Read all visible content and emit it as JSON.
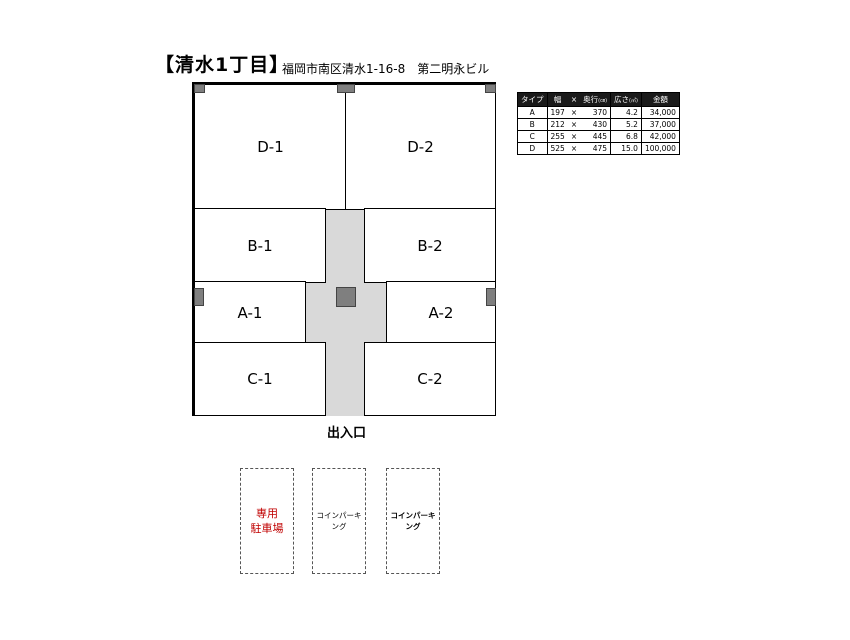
{
  "header": {
    "title": "【清水1丁目】",
    "address": "福岡市南区清水1-16-8　第二明永ビル"
  },
  "units": {
    "d1": "D-1",
    "d2": "D-2",
    "b1": "B-1",
    "b2": "B-2",
    "a1": "A-1",
    "a2": "A-2",
    "c1": "C-1",
    "c2": "C-2"
  },
  "entrance_label": "出入口",
  "spec_table": {
    "headers": {
      "type": "タイプ",
      "width": "幅",
      "times": "×",
      "depth": "奥行",
      "depth_unit": "(㎝)",
      "area": "広さ",
      "area_unit": "(㎡)",
      "price": "金額"
    },
    "rows": [
      {
        "type": "A",
        "width": "197",
        "x": "×",
        "depth": "370",
        "area": "4.2",
        "price": "34,000"
      },
      {
        "type": "B",
        "width": "212",
        "x": "×",
        "depth": "430",
        "area": "5.2",
        "price": "37,000"
      },
      {
        "type": "C",
        "width": "255",
        "x": "×",
        "depth": "445",
        "area": "6.8",
        "price": "42,000"
      },
      {
        "type": "D",
        "width": "525",
        "x": "×",
        "depth": "475",
        "area": "15.0",
        "price": "100,000"
      }
    ]
  },
  "parking": {
    "private_line1": "専用",
    "private_line2": "駐車場",
    "coin1": "コインパーキング",
    "coin2": "コインパーキング",
    "private_color": "#c00000"
  }
}
